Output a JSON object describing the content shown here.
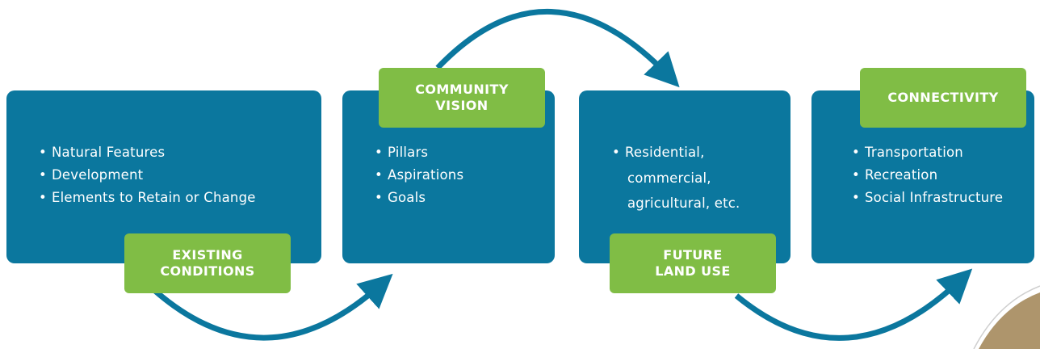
{
  "stages": [
    {
      "label": "EXISTING CONDITIONS",
      "items": [
        "Natural Features",
        "Development",
        "Elements to Retain or Change"
      ]
    },
    {
      "label": "COMMUNITY VISION",
      "items": [
        "Pillars",
        "Aspirations",
        "Goals"
      ]
    },
    {
      "label": "FUTURE LAND USE",
      "items": [
        "Residential,",
        "commercial,",
        "agricultural, etc."
      ]
    },
    {
      "label": "CONNECTIVITY",
      "items": [
        "Transportation",
        "Recreation",
        "Social Infrastructure"
      ]
    }
  ],
  "colors": {
    "box": "#0b779e",
    "tag": "#80bd45",
    "arrow": "#0b779e",
    "text": "#ffffff"
  }
}
